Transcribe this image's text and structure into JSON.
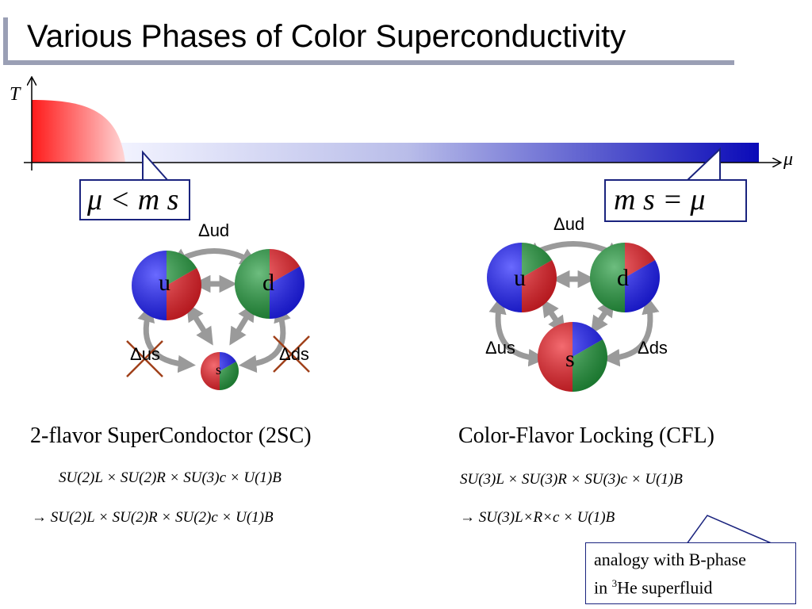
{
  "title": "Various Phases of Color Superconductivity",
  "axes": {
    "y_label": "T",
    "x_label": "μ"
  },
  "callouts": {
    "left": {
      "text": "μ < m s"
    },
    "right": {
      "text": "m s =  μ"
    }
  },
  "diagram_2sc": {
    "quarks": {
      "u": "u",
      "d": "d",
      "s": "s"
    },
    "gaps": {
      "ud": "Δud",
      "us": "Δus",
      "ds": "Δds"
    },
    "name": "2-flavor SuperCondoctor (2SC)",
    "symmetry_line1": "SU(2)L × SU(2)R × SU(3)c × U(1)B",
    "symmetry_line2": "→ SU(2)L × SU(2)R × SU(2)c × U(1)B"
  },
  "diagram_cfl": {
    "quarks": {
      "u": "u",
      "d": "d",
      "s": "s"
    },
    "gaps": {
      "ud": "Δud",
      "us": "Δus",
      "ds": "Δds"
    },
    "name": "Color-Flavor Locking (CFL)",
    "symmetry_line1": "SU(3)L × SU(3)R × SU(3)c × U(1)B",
    "symmetry_line2": "→ SU(3)L×R×c × U(1)B"
  },
  "note": {
    "line1": "analogy with B-phase",
    "line2_prefix": "in ",
    "line2_sup": "3",
    "line2_rest": "He superfluid"
  },
  "colors": {
    "red": "#ee1c24",
    "green": "#1f9a3a",
    "blue": "#1a1aff",
    "frame": "#1a237e",
    "arrow": "#9a9a9a"
  }
}
